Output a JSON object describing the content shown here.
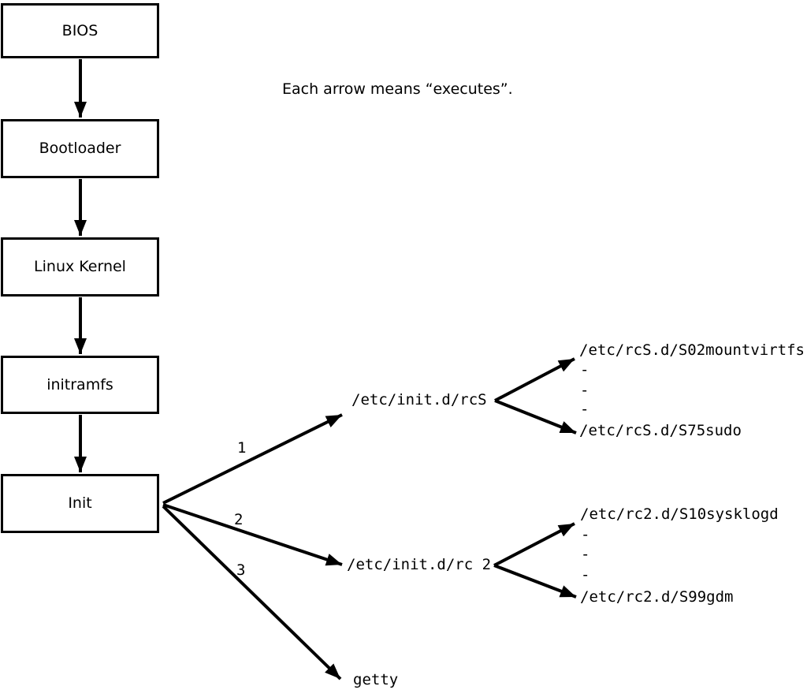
{
  "caption": "Each arrow means “executes”.",
  "boxes": [
    {
      "label": "BIOS"
    },
    {
      "label": "Bootloader"
    },
    {
      "label": "Linux Kernel"
    },
    {
      "label": "initramfs"
    },
    {
      "label": "Init"
    }
  ],
  "arrow_labels": {
    "one": "1",
    "two": "2",
    "three": "3"
  },
  "targets": {
    "rcS": "/etc/init.d/rcS",
    "rc2": "/etc/init.d/rc 2",
    "getty": "getty"
  },
  "branch_rcS": {
    "first": "/etc/rcS.d/S02mountvirtfs",
    "ellipsis": [
      "-",
      "-",
      "-"
    ],
    "last": "/etc/rcS.d/S75sudo"
  },
  "branch_rc2": {
    "first": "/etc/rc2.d/S10sysklogd",
    "ellipsis": [
      "-",
      "-",
      "-"
    ],
    "last": "/etc/rc2.d/S99gdm"
  },
  "colors": {
    "line": "#000000",
    "background": "#ffffff"
  }
}
